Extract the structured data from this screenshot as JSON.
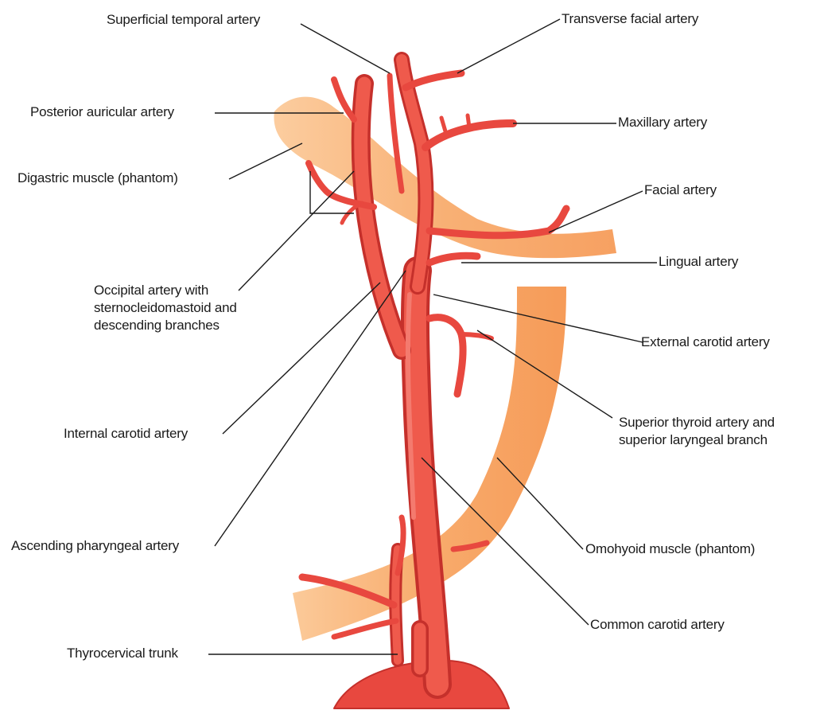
{
  "labels": {
    "superficial_temporal": "Superficial temporal artery",
    "transverse_facial": "Transverse facial artery",
    "posterior_auricular": "Posterior auricular artery",
    "maxillary": "Maxillary artery",
    "digastric": "Digastric muscle (phantom)",
    "facial": "Facial artery",
    "lingual": "Lingual artery",
    "occipital": "Occipital artery with\nsternocleidomastoid and\ndescending branches",
    "external_carotid": "External carotid artery",
    "superior_thyroid": "Superior thyroid artery and\nsuperior laryngeal branch",
    "internal_carotid": "Internal carotid artery",
    "ascending_pharyngeal": "Ascending pharyngeal artery",
    "omohyoid": "Omohyoid muscle (phantom)",
    "common_carotid": "Common carotid artery",
    "thyrocervical": "Thyrocervical trunk"
  },
  "colors": {
    "artery": "#e8483f",
    "artery_dark": "#c5302b",
    "artery_light": "#f47a6e",
    "muscle": "#f7a25c",
    "muscle_light": "#fbc48e",
    "leader": "#1a1a1a"
  }
}
